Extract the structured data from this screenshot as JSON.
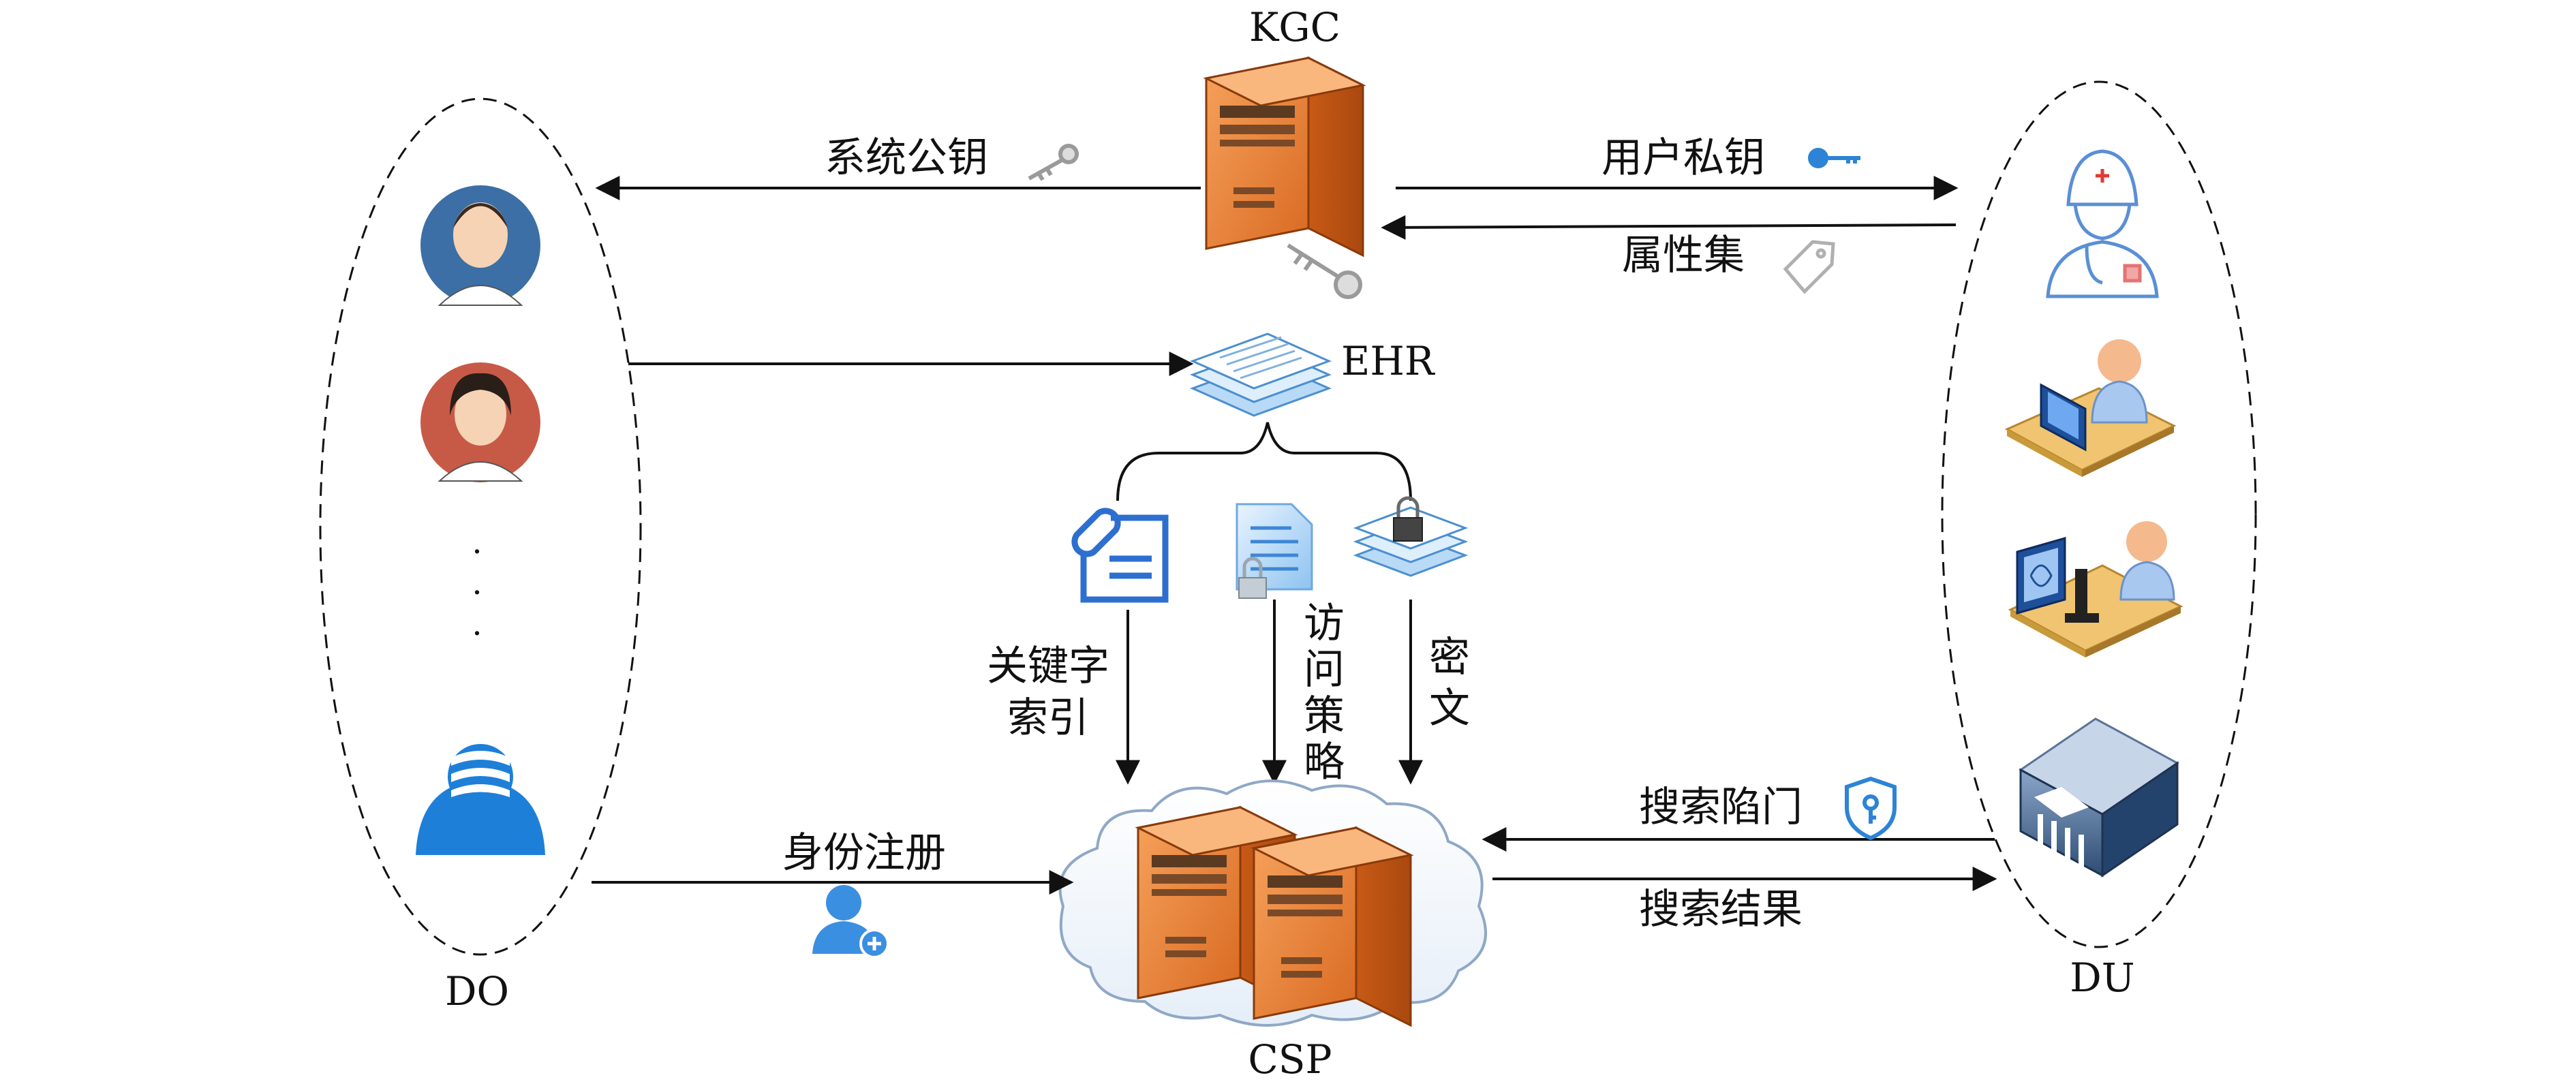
{
  "nodes": {
    "kgc": "KGC",
    "ehr": "EHR",
    "do": "DO",
    "du": "DU",
    "csp": "CSP",
    "ellipsis": [
      ".",
      ".",
      "."
    ]
  },
  "edges": {
    "system_public_key": "系统公钥",
    "user_private_key": "用户私钥",
    "attribute_set": "属性集",
    "identity_registration": "身份注册",
    "search_trapdoor": "搜索陷门",
    "search_result": "搜索结果"
  },
  "ehr_components": {
    "keyword_index": [
      "关键字",
      "索引"
    ],
    "access_policy": [
      "访",
      "问",
      "策",
      "略"
    ],
    "ciphertext": [
      "密",
      "文"
    ]
  },
  "icons": [
    "server-icon",
    "key-icon",
    "key-icon-blue",
    "tag-icon",
    "documents-stack-icon",
    "patient-avatar-icon",
    "doctor-icon",
    "workstation-icon",
    "lab-icon",
    "bank-icon",
    "link-document-icon",
    "locked-document-icon",
    "locked-layers-icon",
    "cloud-icon",
    "shield-key-icon",
    "add-user-icon",
    "hooded-user-icon"
  ],
  "colors": {
    "server_orange": "#E8833A",
    "avatar_blue": "#3C6FA5",
    "avatar_red": "#C75A47",
    "icon_blue": "#2D84D6",
    "line": "#111111"
  }
}
